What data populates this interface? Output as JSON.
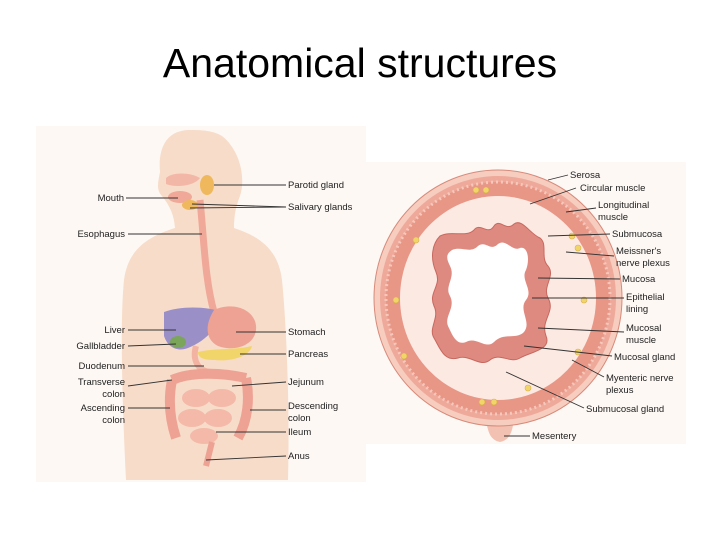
{
  "title": "Anatomical structures",
  "left_figure": {
    "labels": {
      "parotid": "Parotid gland",
      "mouth": "Mouth",
      "salivary": "Salivary glands",
      "esophagus": "Esophagus",
      "liver": "Liver",
      "stomach": "Stomach",
      "gallbladder": "Gallbladder",
      "pancreas": "Pancreas",
      "duodenum": "Duodenum",
      "transverse_1": "Transverse",
      "transverse_2": "colon",
      "jejunum": "Jejunum",
      "ascending_1": "Ascending",
      "ascending_2": "colon",
      "descending_1": "Descending",
      "descending_2": "colon",
      "ileum": "Ileum",
      "anus": "Anus"
    }
  },
  "right_figure": {
    "labels": {
      "serosa": "Serosa",
      "circular": "Circular muscle",
      "longitudinal_1": "Longitudinal",
      "longitudinal_2": "muscle",
      "submucosa": "Submucosa",
      "meissner_1": "Meissner's",
      "meissner_2": "nerve plexus",
      "mucosa": "Mucosa",
      "epithelial_1": "Epithelial",
      "epithelial_2": "lining",
      "mucosal_muscle_1": "Mucosal",
      "mucosal_muscle_2": "muscle",
      "mucosal_gland": "Mucosal gland",
      "myenteric_1": "Myenteric nerve",
      "myenteric_2": "plexus",
      "submucosal_gland": "Submucosal gland",
      "mesentery": "Mesentery"
    }
  },
  "colors": {
    "skin": "#f6dcc8",
    "liver": "#9b8fc8",
    "stomach": "#eea294",
    "pancreas": "#f2d56a",
    "intestine": "#f2b3a3",
    "serosa": "#f5c2b4",
    "muscle": "#ea9f8f",
    "submucosa": "#fbe6df",
    "mucosa": "#df7f78"
  }
}
